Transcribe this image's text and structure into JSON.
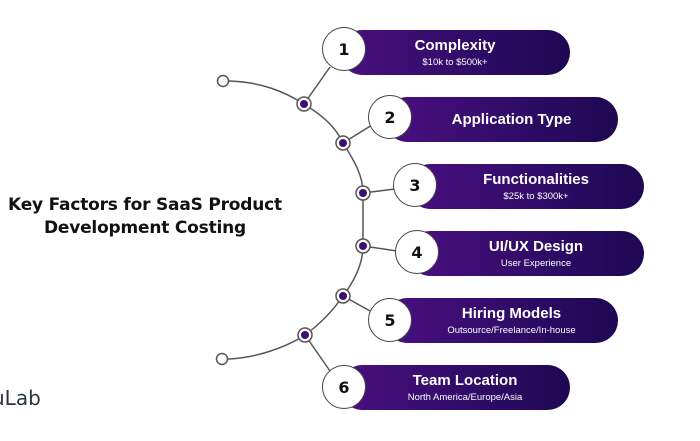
{
  "title_line1": "Key Factors for SaaS Product",
  "title_line2": "Development Costing",
  "logo_text": "uLab",
  "colors": {
    "pill_start": "#4a1080",
    "pill_end": "#1e0852",
    "node_dot": "#3d0f73"
  },
  "factors": [
    {
      "number": "1",
      "title": "Complexity",
      "detail": "$10k to $500k+"
    },
    {
      "number": "2",
      "title": "Application Type",
      "detail": ""
    },
    {
      "number": "3",
      "title": "Functionalities",
      "detail": "$25k to $300k+"
    },
    {
      "number": "4",
      "title": "UI/UX Design",
      "detail": "User Experience"
    },
    {
      "number": "5",
      "title": "Hiring Models",
      "detail": "Outsource/Freelance/In-house"
    },
    {
      "number": "6",
      "title": "Team Location",
      "detail": "North America/Europe/Asia"
    }
  ]
}
